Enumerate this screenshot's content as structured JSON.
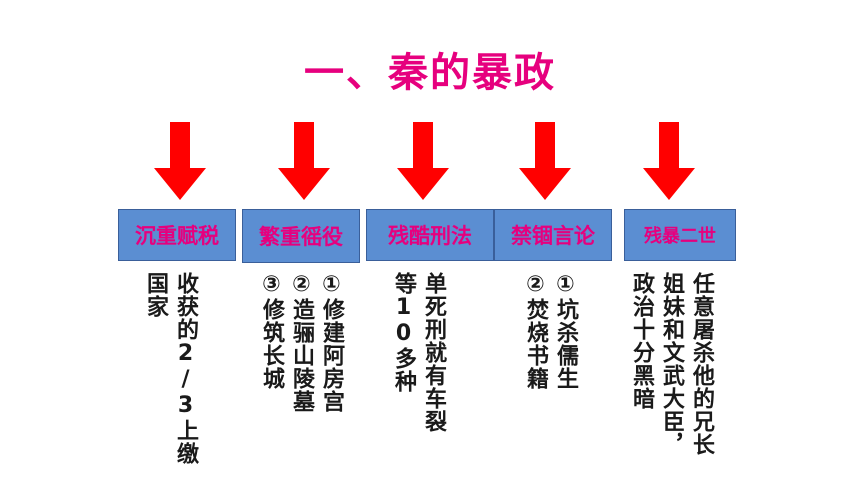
{
  "title": "一、秦的暴政",
  "colors": {
    "title": "#e6007e",
    "box_bg": "#5b8ed2",
    "arrow": "#ff0000",
    "label": "#e6007e",
    "text": "#1a1a1a"
  },
  "columns": [
    {
      "label": "沉重赋税",
      "lines": [
        "收获的2/3上缴",
        "国家"
      ]
    },
    {
      "label": "繁重徭役",
      "lines": [
        "①修建阿房宫",
        "②造骊山陵墓",
        "③修筑长城"
      ]
    },
    {
      "label": "残酷刑法",
      "lines": [
        "单死刑就有车裂",
        "等10多种"
      ]
    },
    {
      "label": "禁锢言论",
      "lines": [
        "①坑杀儒生",
        "②焚烧书籍"
      ]
    },
    {
      "label": "残暴二世",
      "lines": [
        "任意屠杀他的兄长",
        "姐妹和文武大臣，",
        "政治十分黑暗"
      ]
    }
  ]
}
